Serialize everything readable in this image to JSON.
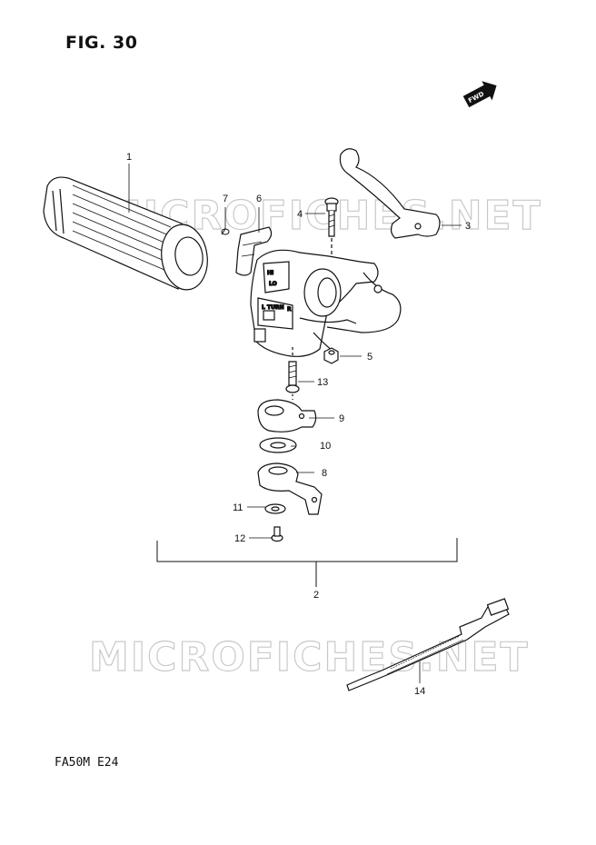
{
  "figure": {
    "title": "FIG. 30",
    "model_code": "FA50M E24"
  },
  "fwd_badge": "FWD",
  "watermark": "MICROFICHES.NET",
  "switch_markings": {
    "turn": "TURN",
    "left": "L",
    "right": "R",
    "hi": "HI",
    "lo": "LO"
  },
  "callouts": {
    "c1": "1",
    "c2": "2",
    "c3": "3",
    "c4": "4",
    "c5": "5",
    "c6": "6",
    "c7": "7",
    "c8": "8",
    "c9": "9",
    "c10": "10",
    "c11": "11",
    "c12": "12",
    "c13": "13",
    "c14": "14"
  },
  "colors": {
    "line": "#111111",
    "watermark": "#c9c9c9",
    "background": "#ffffff"
  }
}
